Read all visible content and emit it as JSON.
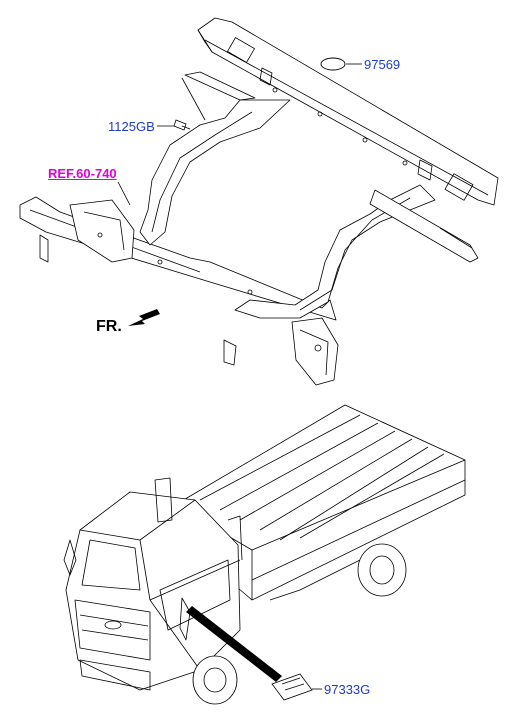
{
  "labels": {
    "part_97569": "97569",
    "part_1125GB": "1125GB",
    "ref_60_740": "REF.60-740",
    "direction_front": "FR.",
    "part_97333G": "97333G"
  },
  "colors": {
    "callout_blue": "#1f3cc8",
    "reference_magenta": "#e100d8",
    "linework": "#000000"
  }
}
